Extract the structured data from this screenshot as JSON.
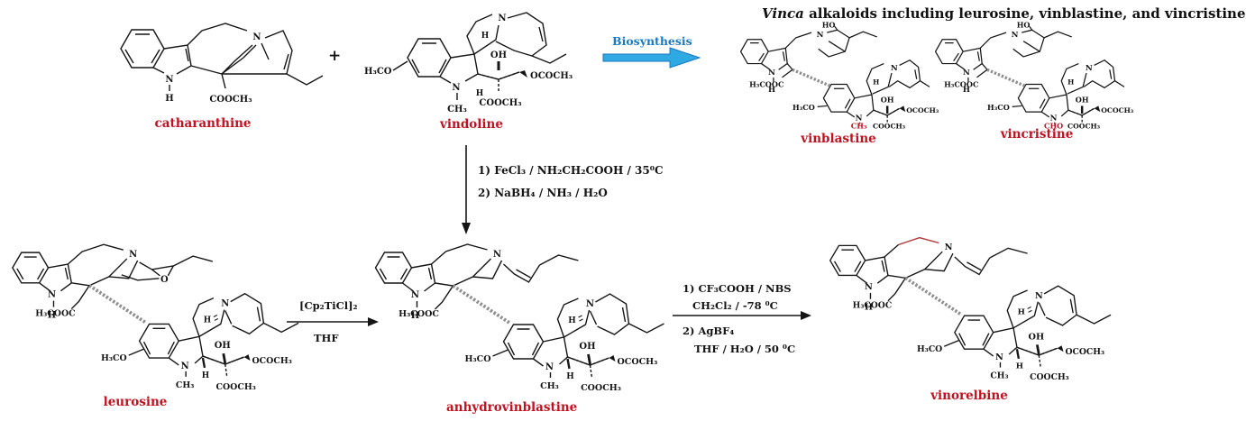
{
  "title": {
    "italic": "Vinca",
    "rest": " alkaloids including leurosine, vinblastine, and vincristine"
  },
  "plus": "+",
  "arrows": {
    "biosynthesis_label": "Biosynthesis",
    "step1_line1": "1) FeCl₃ /  NH₂CH₂COOH   /  35⁰C",
    "step1_line2": "2) NaBH₄  /  NH₃  /  H₂O",
    "cp2ticl2_above": "[Cp₂TiCl]₂",
    "cp2ticl2_below": "THF",
    "step3_line1": "1) CF₃COOH  /  NBS",
    "step3_line2": "CH₂Cl₂  /  -78 ⁰C",
    "step3_line3": "2) AgBF₄",
    "step3_line4": "THF  /  H₂O  /  50 ⁰C"
  },
  "compounds": {
    "catharanthine": {
      "name": "catharanthine",
      "labels": {
        "n1": "N",
        "h": "H",
        "n2": "N",
        "ester": "COOCH₃"
      }
    },
    "vindoline": {
      "name": "vindoline",
      "labels": {
        "h3co": "H₃CO",
        "n1": "N",
        "n1sub": "CH₃",
        "n2": "N",
        "h_top": "H",
        "oh": "OH",
        "oac": "OCOCH₃",
        "ester": "COOCH₃",
        "h_bot": "H"
      }
    },
    "vinblastine": {
      "name": "vinblastine",
      "labels": {
        "nh_n": "N",
        "nh_h": "H",
        "n_up": "N",
        "ho": "HO",
        "upper_ester": "H₃COOC",
        "h3co": "H₃CO",
        "n1": "N",
        "n1sub": "CH₃",
        "n2": "N",
        "h_top": "H",
        "oh": "OH",
        "oac": "OCOCH₃",
        "ester": "COOCH₃"
      }
    },
    "vincristine": {
      "name": "vincristine",
      "labels": {
        "nh_n": "N",
        "nh_h": "H",
        "n_up": "N",
        "ho": "HO",
        "upper_ester": "H₃COOC",
        "h3co": "H₃CO",
        "n1": "N",
        "n1sub": "CHO",
        "n2": "N",
        "h_top": "H",
        "oh": "OH",
        "oac": "OCOCH₃",
        "ester": "COOCH₃"
      }
    },
    "leurosine": {
      "name": "leurosine",
      "labels": {
        "nh_n": "N",
        "nh_h": "H",
        "n_up": "N",
        "o": "O",
        "upper_ester": "H₃COOC",
        "h3co": "H₃CO",
        "n1": "N",
        "n1sub": "CH₃",
        "n2": "N",
        "h_top": "H",
        "oh": "OH",
        "oac": "OCOCH₃",
        "ester": "COOCH₃",
        "h_bot": "H"
      }
    },
    "anhydrovinblastine": {
      "name": "anhydrovinblastine",
      "labels": {
        "nh_n": "N",
        "nh_h": "H",
        "n_up": "N",
        "upper_ester": "H₃COOC",
        "h3co": "H₃CO",
        "n1": "N",
        "n1sub": "CH₃",
        "n2": "N",
        "h_top": "H",
        "oh": "OH",
        "oac": "OCOCH₃",
        "ester": "COOCH₃",
        "h_bot": "H"
      }
    },
    "vinorelbine": {
      "name": "vinorelbine",
      "labels": {
        "nh_n": "N",
        "nh_h": "H",
        "n_up": "N",
        "upper_ester": "H₃COOC",
        "h3co": "H₃CO",
        "n1": "N",
        "n1sub": "CH₃",
        "n2": "N",
        "h_top": "H",
        "oh": "OH",
        "oac": "OCOCH₃",
        "ester": "COOCH₃",
        "h_bot": "H"
      }
    }
  },
  "colors": {
    "compound_label_red": "#c1121f",
    "highlight_red": "#b04040",
    "arrow_blue_fill": "#2fa9e1",
    "arrow_blue_edge": "#1779c4",
    "bond_black": "#141414",
    "link_bond_grey": "#8f8f8f",
    "background": "#ffffff"
  }
}
